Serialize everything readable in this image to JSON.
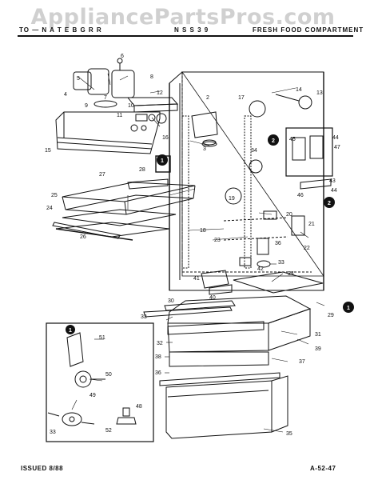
{
  "watermark": "AppliancePartsPros.com",
  "header": {
    "left": "TO — N A T E B G R R",
    "middle": "N S S 3 9",
    "right": "FRESH FOOD COMPARTMENT"
  },
  "footer": {
    "issued": "ISSUED 8/88",
    "code": "A-52-47"
  },
  "callouts": {
    "c1": "1",
    "c2": "2",
    "c3": "3",
    "c4": "4",
    "c5": "5",
    "c6": "6",
    "c7": "7",
    "c8": "8",
    "c9": "9",
    "c10": "10",
    "c11": "11",
    "c12": "12",
    "c13": "13",
    "c14": "14",
    "c15": "15",
    "c16": "16",
    "c17": "17",
    "c18": "18",
    "c19": "19",
    "c20": "20",
    "c21": "21",
    "c22": "22",
    "c23": "23",
    "c24": "24",
    "c25": "25",
    "c26": "26",
    "c27": "27",
    "c28": "28",
    "c29": "29",
    "c30": "30",
    "c31": "31",
    "c32": "32",
    "c33": "33",
    "c33b": "33",
    "c33c": "33",
    "c34": "34",
    "c34b": "34",
    "c35": "35",
    "c36": "36",
    "c37": "37",
    "c38": "38",
    "c39": "39",
    "c40": "40",
    "c41": "41",
    "c42": "42",
    "c43": "43",
    "c44": "44",
    "c44b": "44",
    "c45": "45",
    "c46": "46",
    "c47": "47",
    "c48": "48",
    "c49": "49",
    "c50": "50",
    "c51": "51",
    "c52": "52"
  },
  "markers": {
    "m1a": "1",
    "m1b": "1",
    "m1c": "1",
    "m2a": "2",
    "m2b": "2"
  }
}
